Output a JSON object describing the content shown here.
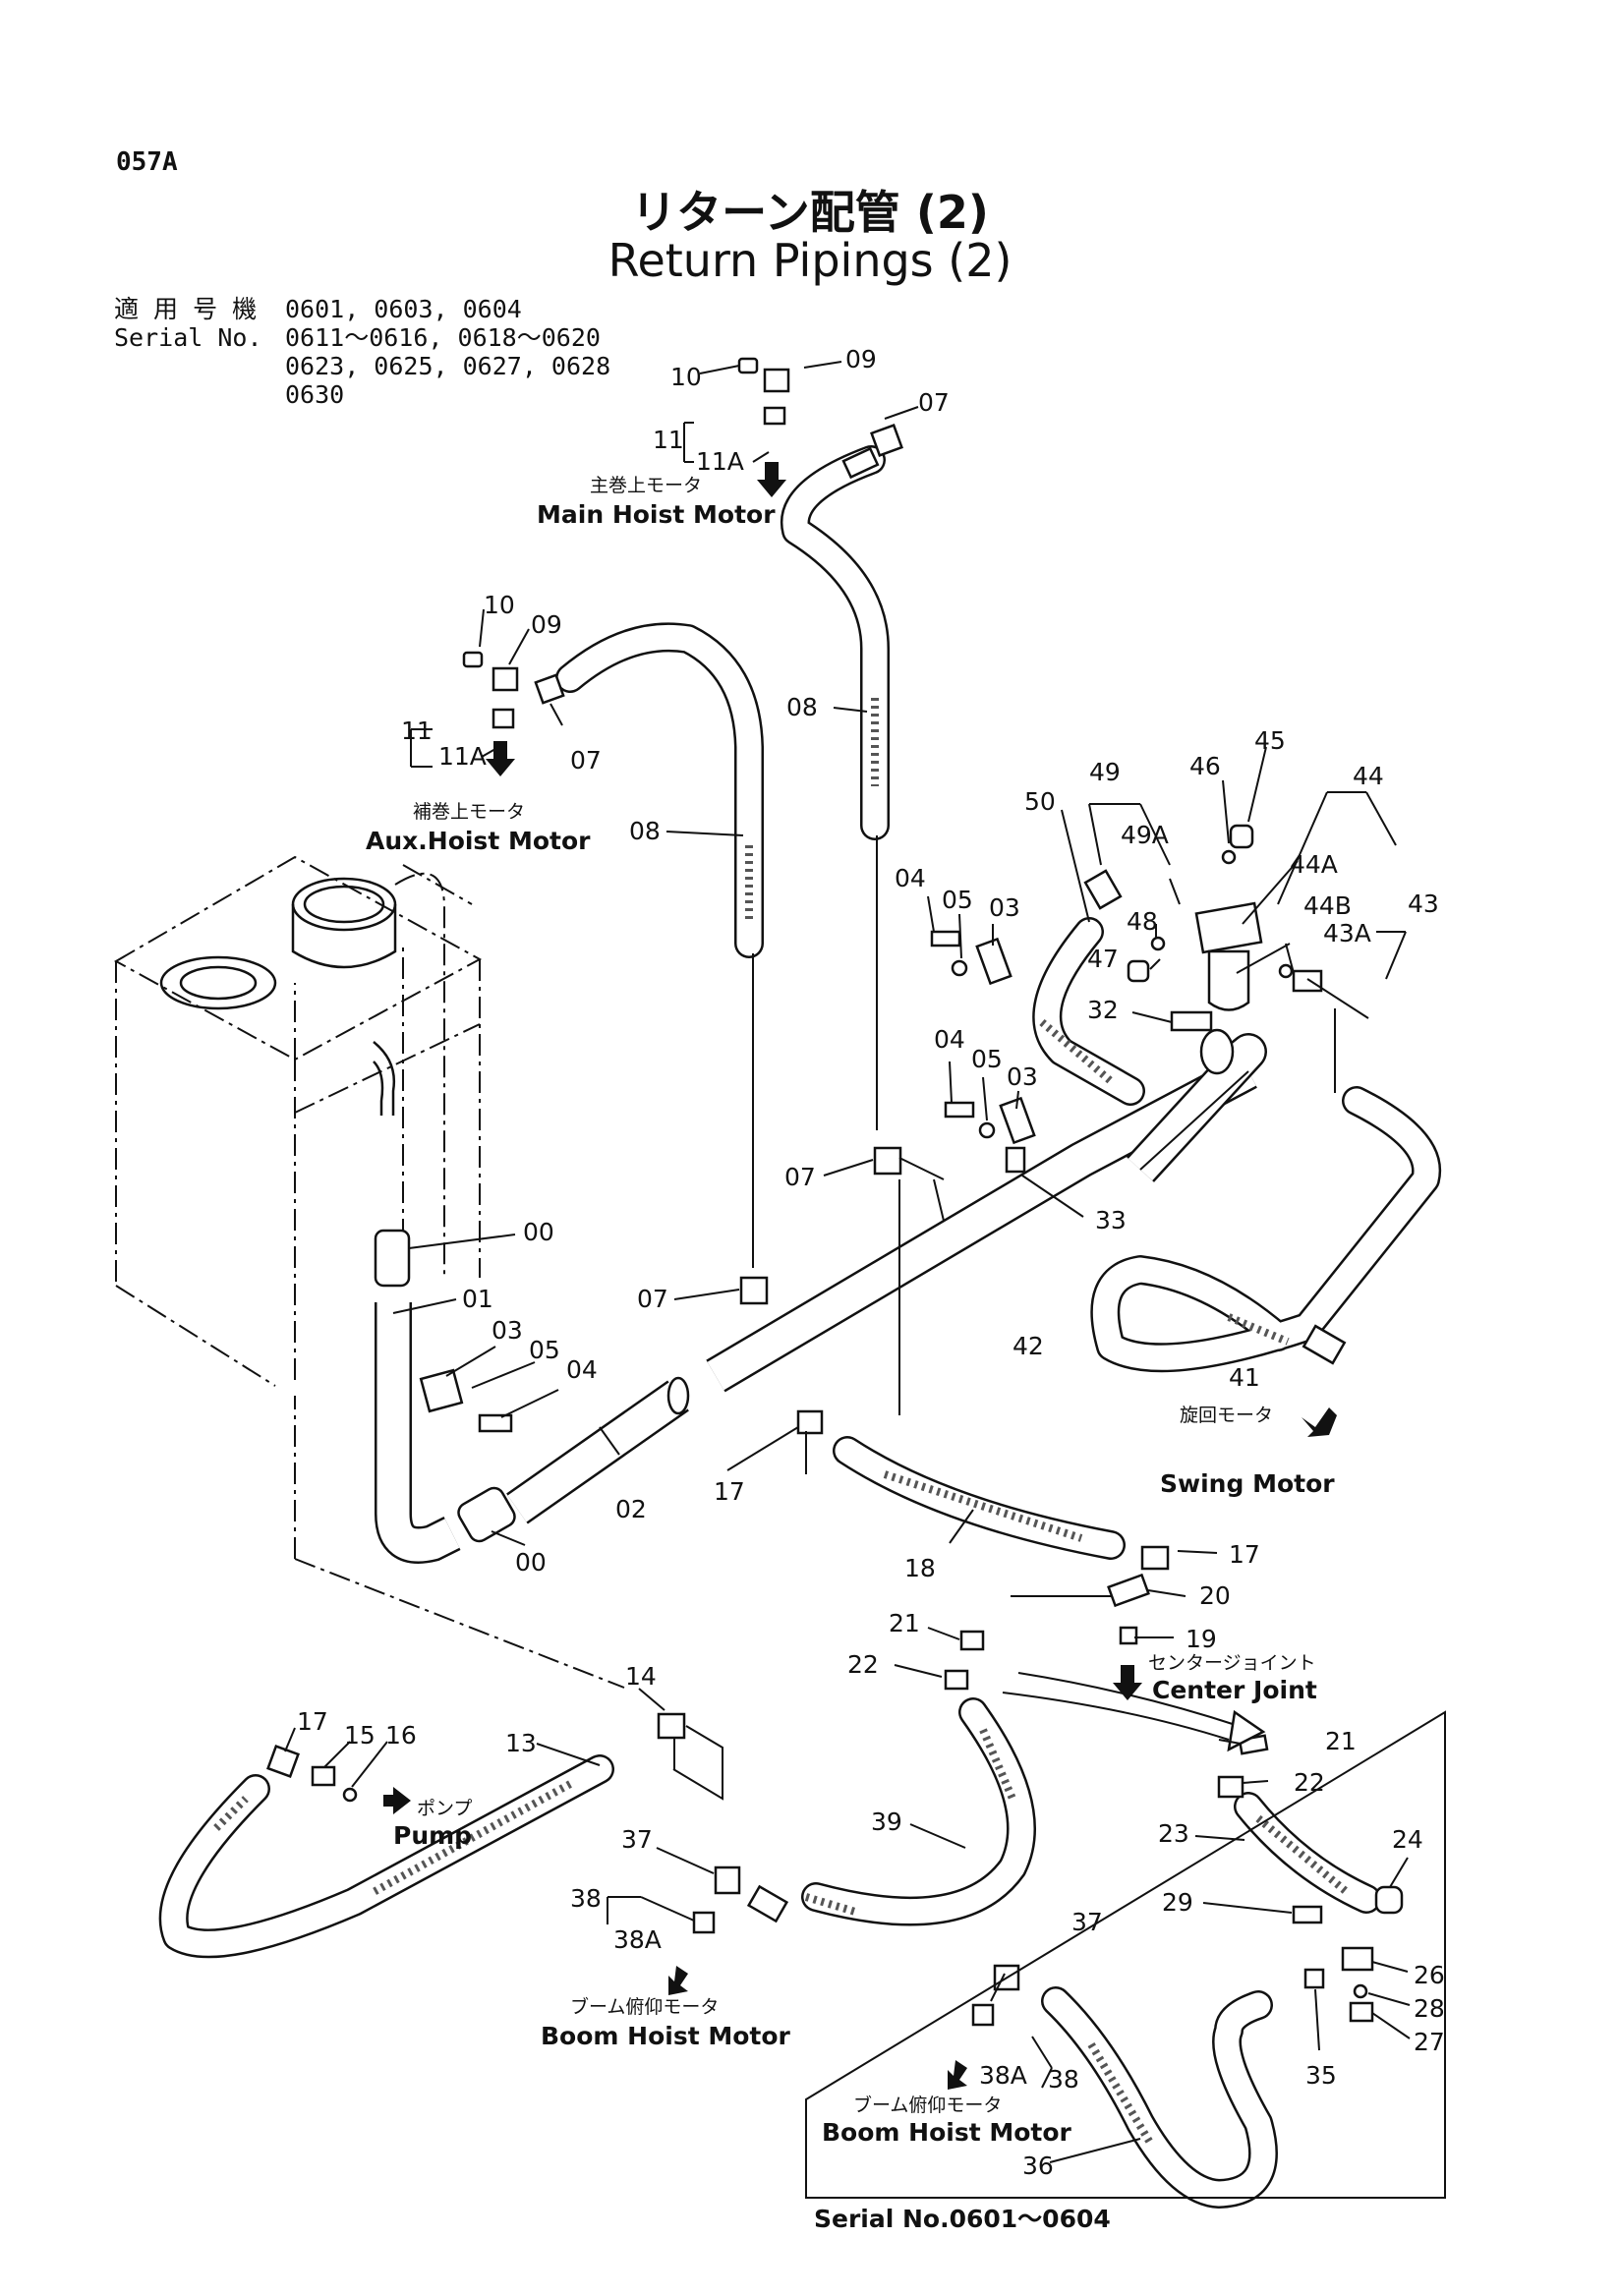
{
  "header": {
    "page_code": "057A",
    "title_jp": "リターン配管 (2)",
    "title_en": "Return Pipings (2)",
    "serial_label_jp": "適 用 号 機",
    "serial_label_en": "Serial No.",
    "serial_lines": [
      "0601, 0603, 0604",
      "0611～0616, 0618～0620",
      "0623, 0625, 0627, 0628",
      "0630"
    ]
  },
  "destinations": {
    "main_hoist_jp": "主巻上モータ",
    "main_hoist_en": "Main Hoist Motor",
    "aux_hoist_jp": "補巻上モータ",
    "aux_hoist_en": "Aux.Hoist Motor",
    "swing_jp": "旋回モータ",
    "swing_en": "Swing Motor",
    "center_jp": "センタージョイント",
    "center_en": "Center Joint",
    "pump_jp": "ポンプ",
    "pump_en": "Pump",
    "boom_jp": "ブーム俯仰モータ",
    "boom_en": "Boom Hoist Motor",
    "boom2_jp": "ブーム俯仰モータ",
    "boom2_en": "Boom Hoist Motor"
  },
  "inset": {
    "caption": "Serial No.0601～0604"
  },
  "parts": {
    "p00a": "00",
    "p00b": "00",
    "p01": "01",
    "p02": "02",
    "p03a": "03",
    "p03b": "03",
    "p03c": "03",
    "p04a": "04",
    "p04b": "04",
    "p04c": "04",
    "p05a": "05",
    "p05b": "05",
    "p05c": "05",
    "p07a": "07",
    "p07b": "07",
    "p07c": "07",
    "p07d": "07",
    "p08a": "08",
    "p08b": "08",
    "p09a": "09",
    "p09b": "09",
    "p10a": "10",
    "p10b": "10",
    "p11a": "11",
    "p11b": "11",
    "p11Aa": "11A",
    "p11Ab": "11A",
    "p13": "13",
    "p14": "14",
    "p15": "15",
    "p16": "16",
    "p17a": "17",
    "p17b": "17",
    "p17c": "17",
    "p18": "18",
    "p19": "19",
    "p20": "20",
    "p21a": "21",
    "p21b": "21",
    "p22a": "22",
    "p22b": "22",
    "p23": "23",
    "p24": "24",
    "p26": "26",
    "p27": "27",
    "p28": "28",
    "p29": "29",
    "p32": "32",
    "p33": "33",
    "p35": "35",
    "p36": "36",
    "p37a": "37",
    "p37b": "37",
    "p38a": "38",
    "p38b": "38",
    "p38Aa": "38A",
    "p38Ab": "38A",
    "p39": "39",
    "p41": "41",
    "p42": "42",
    "p43": "43",
    "p43A": "43A",
    "p44": "44",
    "p44A": "44A",
    "p44B": "44B",
    "p45": "45",
    "p46": "46",
    "p47": "47",
    "p48": "48",
    "p49": "49",
    "p49A": "49A",
    "p50": "50"
  }
}
